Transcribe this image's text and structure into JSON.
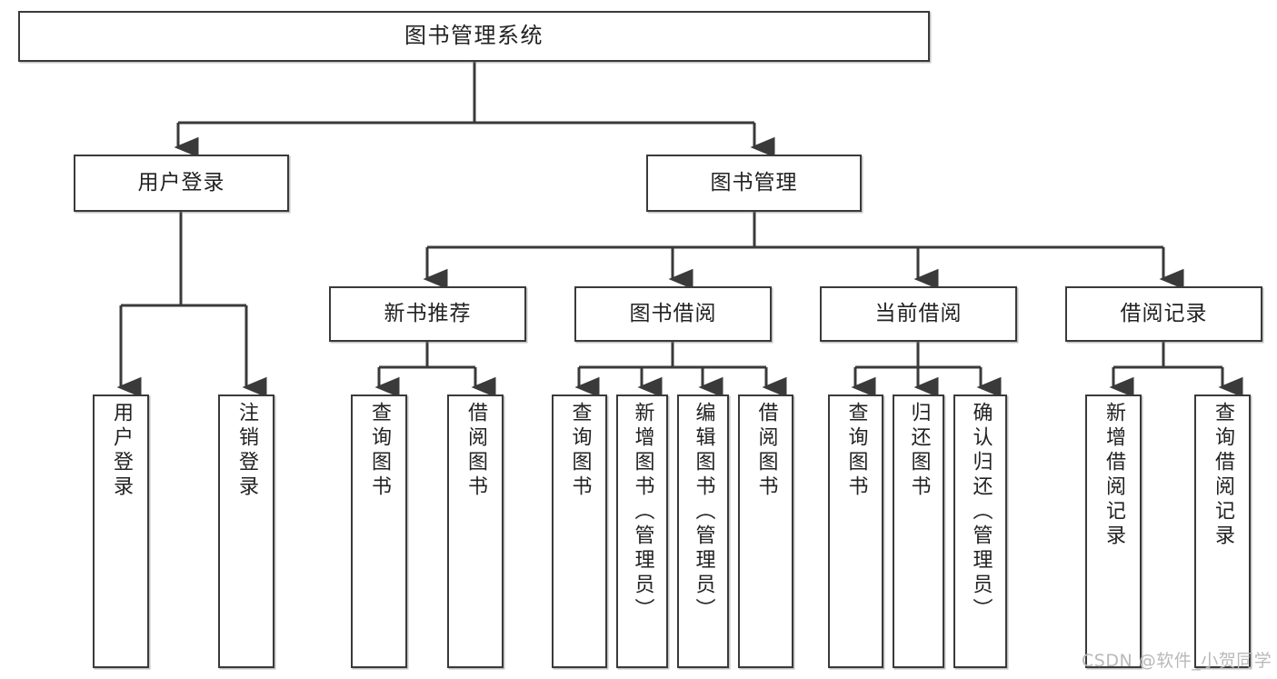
{
  "diagram": {
    "title": "图书管理系统",
    "type": "tree",
    "watermark": "CSDN @软件_小贺同学",
    "colors": {
      "box_border": "#3a3a3a",
      "box_fill": "#ffffff",
      "connector": "#3a3a3a",
      "text": "#222222",
      "watermark": "#b9b9b9",
      "background": "#ffffff"
    },
    "root": {
      "label": "图书管理系统"
    },
    "level2": [
      {
        "label": "用户登录"
      },
      {
        "label": "图书管理"
      }
    ],
    "level3": [
      {
        "label": "新书推荐"
      },
      {
        "label": "图书借阅"
      },
      {
        "label": "当前借阅"
      },
      {
        "label": "借阅记录"
      }
    ],
    "leaves": {
      "user_login": [
        {
          "label": "用户登录"
        },
        {
          "label": "注销登录"
        }
      ],
      "new_book": [
        {
          "label": "查询图书"
        },
        {
          "label": "借阅图书"
        }
      ],
      "book_borrow": [
        {
          "label": "查询图书"
        },
        {
          "label": "新增图书（管理员）"
        },
        {
          "label": "编辑图书（管理员）"
        },
        {
          "label": "借阅图书"
        }
      ],
      "current_borrow": [
        {
          "label": "查询图书"
        },
        {
          "label": "归还图书"
        },
        {
          "label": "确认归还（管理员）"
        }
      ],
      "borrow_record": [
        {
          "label": "新增借阅记录"
        },
        {
          "label": "查询借阅记录"
        }
      ]
    }
  }
}
